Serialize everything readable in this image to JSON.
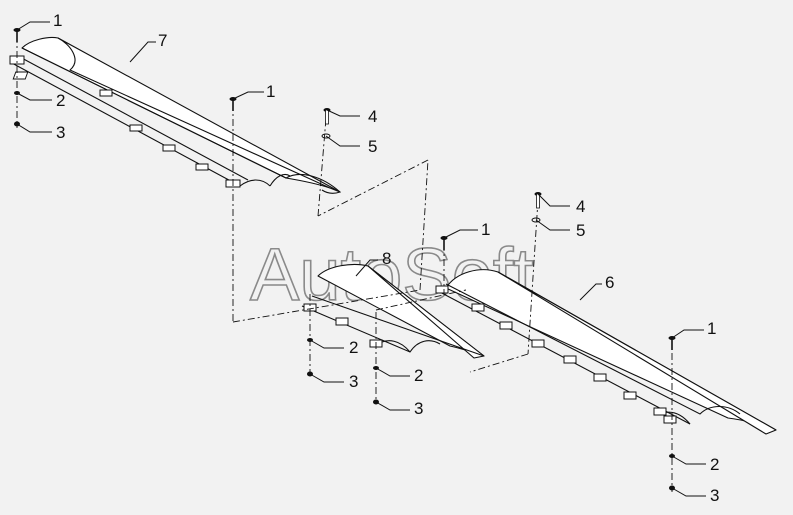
{
  "watermark": "AutoSoft",
  "callouts": [
    {
      "id": "c1a",
      "label": "1"
    },
    {
      "id": "c2a",
      "label": "2"
    },
    {
      "id": "c3a",
      "label": "3"
    },
    {
      "id": "c7",
      "label": "7"
    },
    {
      "id": "c1b",
      "label": "1"
    },
    {
      "id": "c4a",
      "label": "4"
    },
    {
      "id": "c5a",
      "label": "5"
    },
    {
      "id": "c4b",
      "label": "4"
    },
    {
      "id": "c5b",
      "label": "5"
    },
    {
      "id": "c1c",
      "label": "1"
    },
    {
      "id": "c8",
      "label": "8"
    },
    {
      "id": "c6",
      "label": "6"
    },
    {
      "id": "c1d",
      "label": "1"
    },
    {
      "id": "c2b",
      "label": "2"
    },
    {
      "id": "c3b",
      "label": "3"
    },
    {
      "id": "c2c",
      "label": "2"
    },
    {
      "id": "c3c",
      "label": "3"
    },
    {
      "id": "c2d",
      "label": "2"
    },
    {
      "id": "c3d",
      "label": "3"
    }
  ]
}
